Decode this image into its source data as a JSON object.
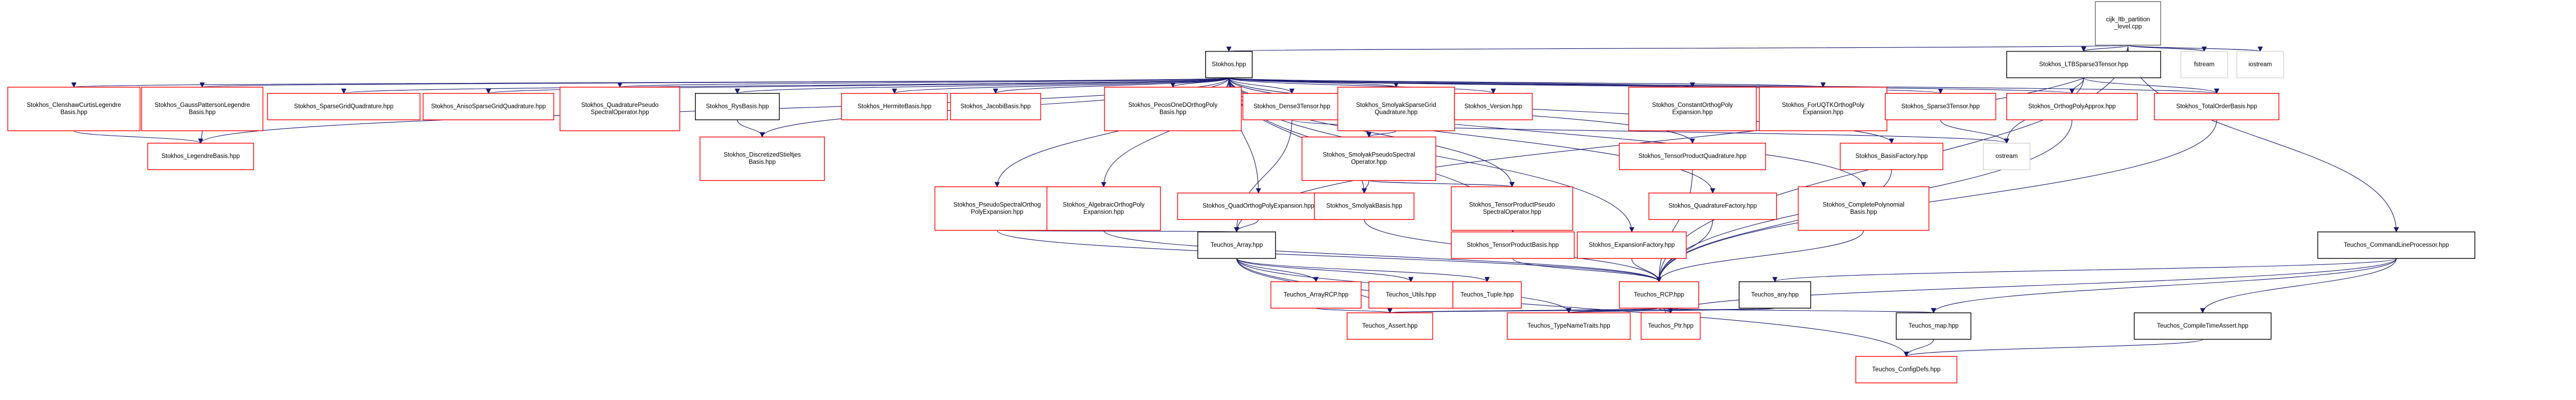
{
  "graph": {
    "edge_color": "#191970",
    "nodes": [
      {
        "id": "root",
        "lines": [
          "cijk_ltb_partition",
          "_level.cpp"
        ],
        "border": "#666666",
        "fill": "#bfbfbf"
      },
      {
        "id": "stokhos_hpp",
        "lines": [
          "Stokhos.hpp"
        ],
        "border": "#000000"
      },
      {
        "id": "ltb_sparse3",
        "lines": [
          "Stokhos_LTBSparse3Tensor.hpp"
        ],
        "border": "#000000"
      },
      {
        "id": "fstream",
        "lines": [
          "fstream"
        ],
        "border": "#d3d3d3"
      },
      {
        "id": "iostream",
        "lines": [
          "iostream"
        ],
        "border": "#d3d3d3"
      },
      {
        "id": "clenshaw",
        "lines": [
          "Stokhos_ClenshawCurtisLegendre",
          "Basis.hpp"
        ],
        "border": "#ff0000"
      },
      {
        "id": "gauss_patterson",
        "lines": [
          "Stokhos_GaussPattersonLegendre",
          "Basis.hpp"
        ],
        "border": "#ff0000"
      },
      {
        "id": "sparse_grid_quad",
        "lines": [
          "Stokhos_SparseGridQuadrature.hpp"
        ],
        "border": "#ff0000"
      },
      {
        "id": "anisosparse",
        "lines": [
          "Stokhos_AnisoSparseGridQuadrature.hpp"
        ],
        "border": "#ff0000"
      },
      {
        "id": "quad_pseudo",
        "lines": [
          "Stokhos_QuadraturePseudo",
          "SpectralOperator.hpp"
        ],
        "border": "#ff0000"
      },
      {
        "id": "rys_basis",
        "lines": [
          "Stokhos_RysBasis.hpp"
        ],
        "border": "#000000"
      },
      {
        "id": "hermite",
        "lines": [
          "Stokhos_HermiteBasis.hpp"
        ],
        "border": "#ff0000"
      },
      {
        "id": "jacobi",
        "lines": [
          "Stokhos_JacobiBasis.hpp"
        ],
        "border": "#ff0000"
      },
      {
        "id": "piecewise",
        "lines": [
          "Stokhos_PecosOneDOrthogPoly",
          "Basis.hpp"
        ],
        "border": "#ff0000"
      },
      {
        "id": "dense3",
        "lines": [
          "Stokhos_Dense3Tensor.hpp"
        ],
        "border": "#ff0000"
      },
      {
        "id": "smolyak_grid",
        "lines": [
          "Stokhos_SmolyakSparseGrid",
          "Quadrature.hpp"
        ],
        "border": "#ff0000"
      },
      {
        "id": "version",
        "lines": [
          "Stokhos_Version.hpp"
        ],
        "border": "#ff0000"
      },
      {
        "id": "constant_orthog",
        "lines": [
          "Stokhos_ConstantOrthogPoly",
          "Expansion.hpp"
        ],
        "border": "#ff0000"
      },
      {
        "id": "fortqtr",
        "lines": [
          "Stokhos_ForUQTKOrthogPoly",
          "Expansion.hpp"
        ],
        "border": "#ff0000"
      },
      {
        "id": "sparse3",
        "lines": [
          "Stokhos_Sparse3Tensor.hpp"
        ],
        "border": "#ff0000"
      },
      {
        "id": "orthog_approx",
        "lines": [
          "Stokhos_OrthogPolyApprox.hpp"
        ],
        "border": "#ff0000"
      },
      {
        "id": "total_order",
        "lines": [
          "Stokhos_TotalOrderBasis.hpp"
        ],
        "border": "#ff0000"
      },
      {
        "id": "legendre",
        "lines": [
          "Stokhos_LegendreBasis.hpp"
        ],
        "border": "#ff0000"
      },
      {
        "id": "discretized",
        "lines": [
          "Stokhos_DiscretizedStieltjes",
          "Basis.hpp"
        ],
        "border": "#ff0000"
      },
      {
        "id": "smolyak_pseudo",
        "lines": [
          "Stokhos_SmolyakPseudoSpectral",
          "Operator.hpp"
        ],
        "border": "#ff0000"
      },
      {
        "id": "ostream",
        "lines": [
          "ostream"
        ],
        "border": "#d3d3d3"
      },
      {
        "id": "tensor_quad",
        "lines": [
          "Stokhos_TensorProductQuadrature.hpp"
        ],
        "border": "#ff0000"
      },
      {
        "id": "basis_factory",
        "lines": [
          "Stokhos_BasisFactory.hpp"
        ],
        "border": "#ff0000"
      },
      {
        "id": "pseudo_spectral",
        "lines": [
          "Stokhos_PseudoSpectralOrthog",
          "PolyExpansion.hpp"
        ],
        "border": "#ff0000"
      },
      {
        "id": "algebraic",
        "lines": [
          "Stokhos_AlgebraicOrthogPoly",
          "Expansion.hpp"
        ],
        "border": "#ff0000"
      },
      {
        "id": "quad_orthog",
        "lines": [
          "Stokhos_QuadOrthogPolyExpansion.hpp"
        ],
        "border": "#ff0000"
      },
      {
        "id": "smolyak_basis",
        "lines": [
          "Stokhos_SmolyakBasis.hpp"
        ],
        "border": "#ff0000"
      },
      {
        "id": "tensor_pseudo",
        "lines": [
          "Stokhos_TensorProductPseudo",
          "SpectralOperator.hpp"
        ],
        "border": "#ff0000"
      },
      {
        "id": "quad_factory",
        "lines": [
          "Stokhos_QuadratureFactory.hpp"
        ],
        "border": "#ff0000"
      },
      {
        "id": "complete_poly",
        "lines": [
          "Stokhos_CompletePolynomial",
          "Basis.hpp"
        ],
        "border": "#ff0000"
      },
      {
        "id": "tensor_basis",
        "lines": [
          "Stokhos_TensorProductBasis.hpp"
        ],
        "border": "#ff0000"
      },
      {
        "id": "expansion_factory",
        "lines": [
          "Stokhos_ExpansionFactory.hpp"
        ],
        "border": "#ff0000"
      },
      {
        "id": "cmdline",
        "lines": [
          "Teuchos_CommandLineProcessor.hpp"
        ],
        "border": "#000000"
      },
      {
        "id": "teuchos_array",
        "lines": [
          "Teuchos_Array.hpp"
        ],
        "border": "#000000"
      },
      {
        "id": "arrayrcp",
        "lines": [
          "Teuchos_ArrayRCP.hpp"
        ],
        "border": "#ff0000"
      },
      {
        "id": "utils",
        "lines": [
          "Teuchos_Utils.hpp"
        ],
        "border": "#ff0000"
      },
      {
        "id": "tuple",
        "lines": [
          "Teuchos_Tuple.hpp"
        ],
        "border": "#ff0000"
      },
      {
        "id": "rcp",
        "lines": [
          "Teuchos_RCP.hpp"
        ],
        "border": "#ff0000"
      },
      {
        "id": "any",
        "lines": [
          "Teuchos_any.hpp"
        ],
        "border": "#000000"
      },
      {
        "id": "assert",
        "lines": [
          "Teuchos_Assert.hpp"
        ],
        "border": "#ff0000"
      },
      {
        "id": "typename",
        "lines": [
          "Teuchos_TypeNameTraits.hpp"
        ],
        "border": "#ff0000"
      },
      {
        "id": "ptr",
        "lines": [
          "Teuchos_Ptr.hpp"
        ],
        "border": "#ff0000"
      },
      {
        "id": "map",
        "lines": [
          "Teuchos_map.hpp"
        ],
        "border": "#000000"
      },
      {
        "id": "compile_time",
        "lines": [
          "Teuchos_CompileTimeAssert.hpp"
        ],
        "border": "#000000"
      },
      {
        "id": "configdefs",
        "lines": [
          "Teuchos_ConfigDefs.hpp"
        ],
        "border": "#ff0000"
      }
    ]
  }
}
